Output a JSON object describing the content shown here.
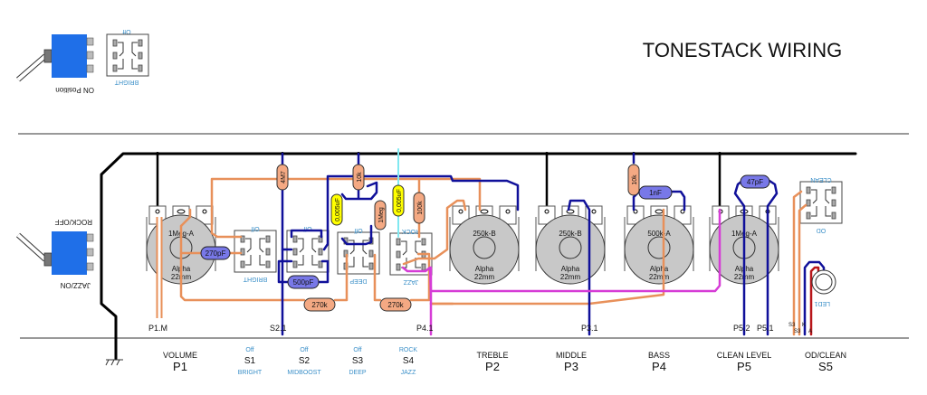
{
  "title": "TONESTACK WIRING",
  "legend": {
    "mini_toggle_label": "ON Position",
    "mini_switch_top": "Off",
    "mini_switch_bottom": "BRIGHT",
    "side_toggle_top": "ROCK/OFF",
    "side_toggle_bottom": "JAZZ/ON"
  },
  "pots": [
    {
      "id": "P1",
      "value": "1Meg-A",
      "brand": "Alpha",
      "size": "22mm"
    },
    {
      "id": "P2",
      "value": "250k-B",
      "brand": "Alpha",
      "size": "22mm"
    },
    {
      "id": "P3",
      "value": "250k-B",
      "brand": "Alpha",
      "size": "22mm"
    },
    {
      "id": "P4",
      "value": "500k-A",
      "brand": "Alpha",
      "size": "22mm"
    },
    {
      "id": "P5",
      "value": "1Meg-A",
      "brand": "Alpha",
      "size": "22mm"
    }
  ],
  "switches": [
    {
      "id": "S1",
      "top": "Off",
      "bottom": "BRIGHT"
    },
    {
      "id": "S2",
      "top": "Off",
      "bottom": ""
    },
    {
      "id": "S3",
      "top": "Off",
      "bottom": "DEEP"
    },
    {
      "id": "S4",
      "top": "ROCK",
      "bottom": "JAZZ"
    },
    {
      "id": "S5",
      "top": "CLEAN",
      "bottom": "OD"
    }
  ],
  "components": {
    "r_4m7": "4M7",
    "r_10k_a": "10k",
    "r_1meg": "1Meg",
    "r_100k": "100k",
    "r_10k_b": "10k",
    "r_270k_a": "270k",
    "r_270k_b": "270k",
    "c_270pf": "270pF",
    "c_500pf": "500pF",
    "c_0005_a": "0,005uF",
    "c_0005_b": "0,005uF",
    "c_1nf": "1nF",
    "c_47pf": "47pF",
    "led": "LED1"
  },
  "wire_labels": {
    "p1m": "P1.M",
    "s21": "S2.1",
    "p41": "P4.1",
    "p31": "P3.1",
    "p52": "P5.2",
    "p51": "P5.1",
    "s3a": "S3",
    "s3b": "S3",
    "k": "K",
    "a": "A"
  },
  "footer": [
    {
      "name": "VOLUME",
      "id": "P1"
    },
    {
      "top": "Off",
      "id": "S1",
      "bottom": "BRIGHT"
    },
    {
      "top": "Off",
      "id": "S2",
      "bottom": "MIDBOOST"
    },
    {
      "top": "Off",
      "id": "S3",
      "bottom": "DEEP"
    },
    {
      "top": "ROCK",
      "id": "S4",
      "bottom": "JAZZ"
    },
    {
      "name": "TREBLE",
      "id": "P2"
    },
    {
      "name": "MIDDLE",
      "id": "P3"
    },
    {
      "name": "BASS",
      "id": "P4"
    },
    {
      "name": "CLEAN LEVEL",
      "id": "P5"
    },
    {
      "name": "OD/CLEAN",
      "id": "S5"
    }
  ],
  "colors": {
    "ground": "#000000",
    "signal_orange": "#e8905a",
    "signal_blue": "#10109a",
    "signal_magenta": "#d63cd6",
    "signal_cyan": "#80e8f0",
    "led_red": "#b8161a",
    "label_blue": "#3a8fc8",
    "toggle_blue": "#1f6fe8"
  }
}
